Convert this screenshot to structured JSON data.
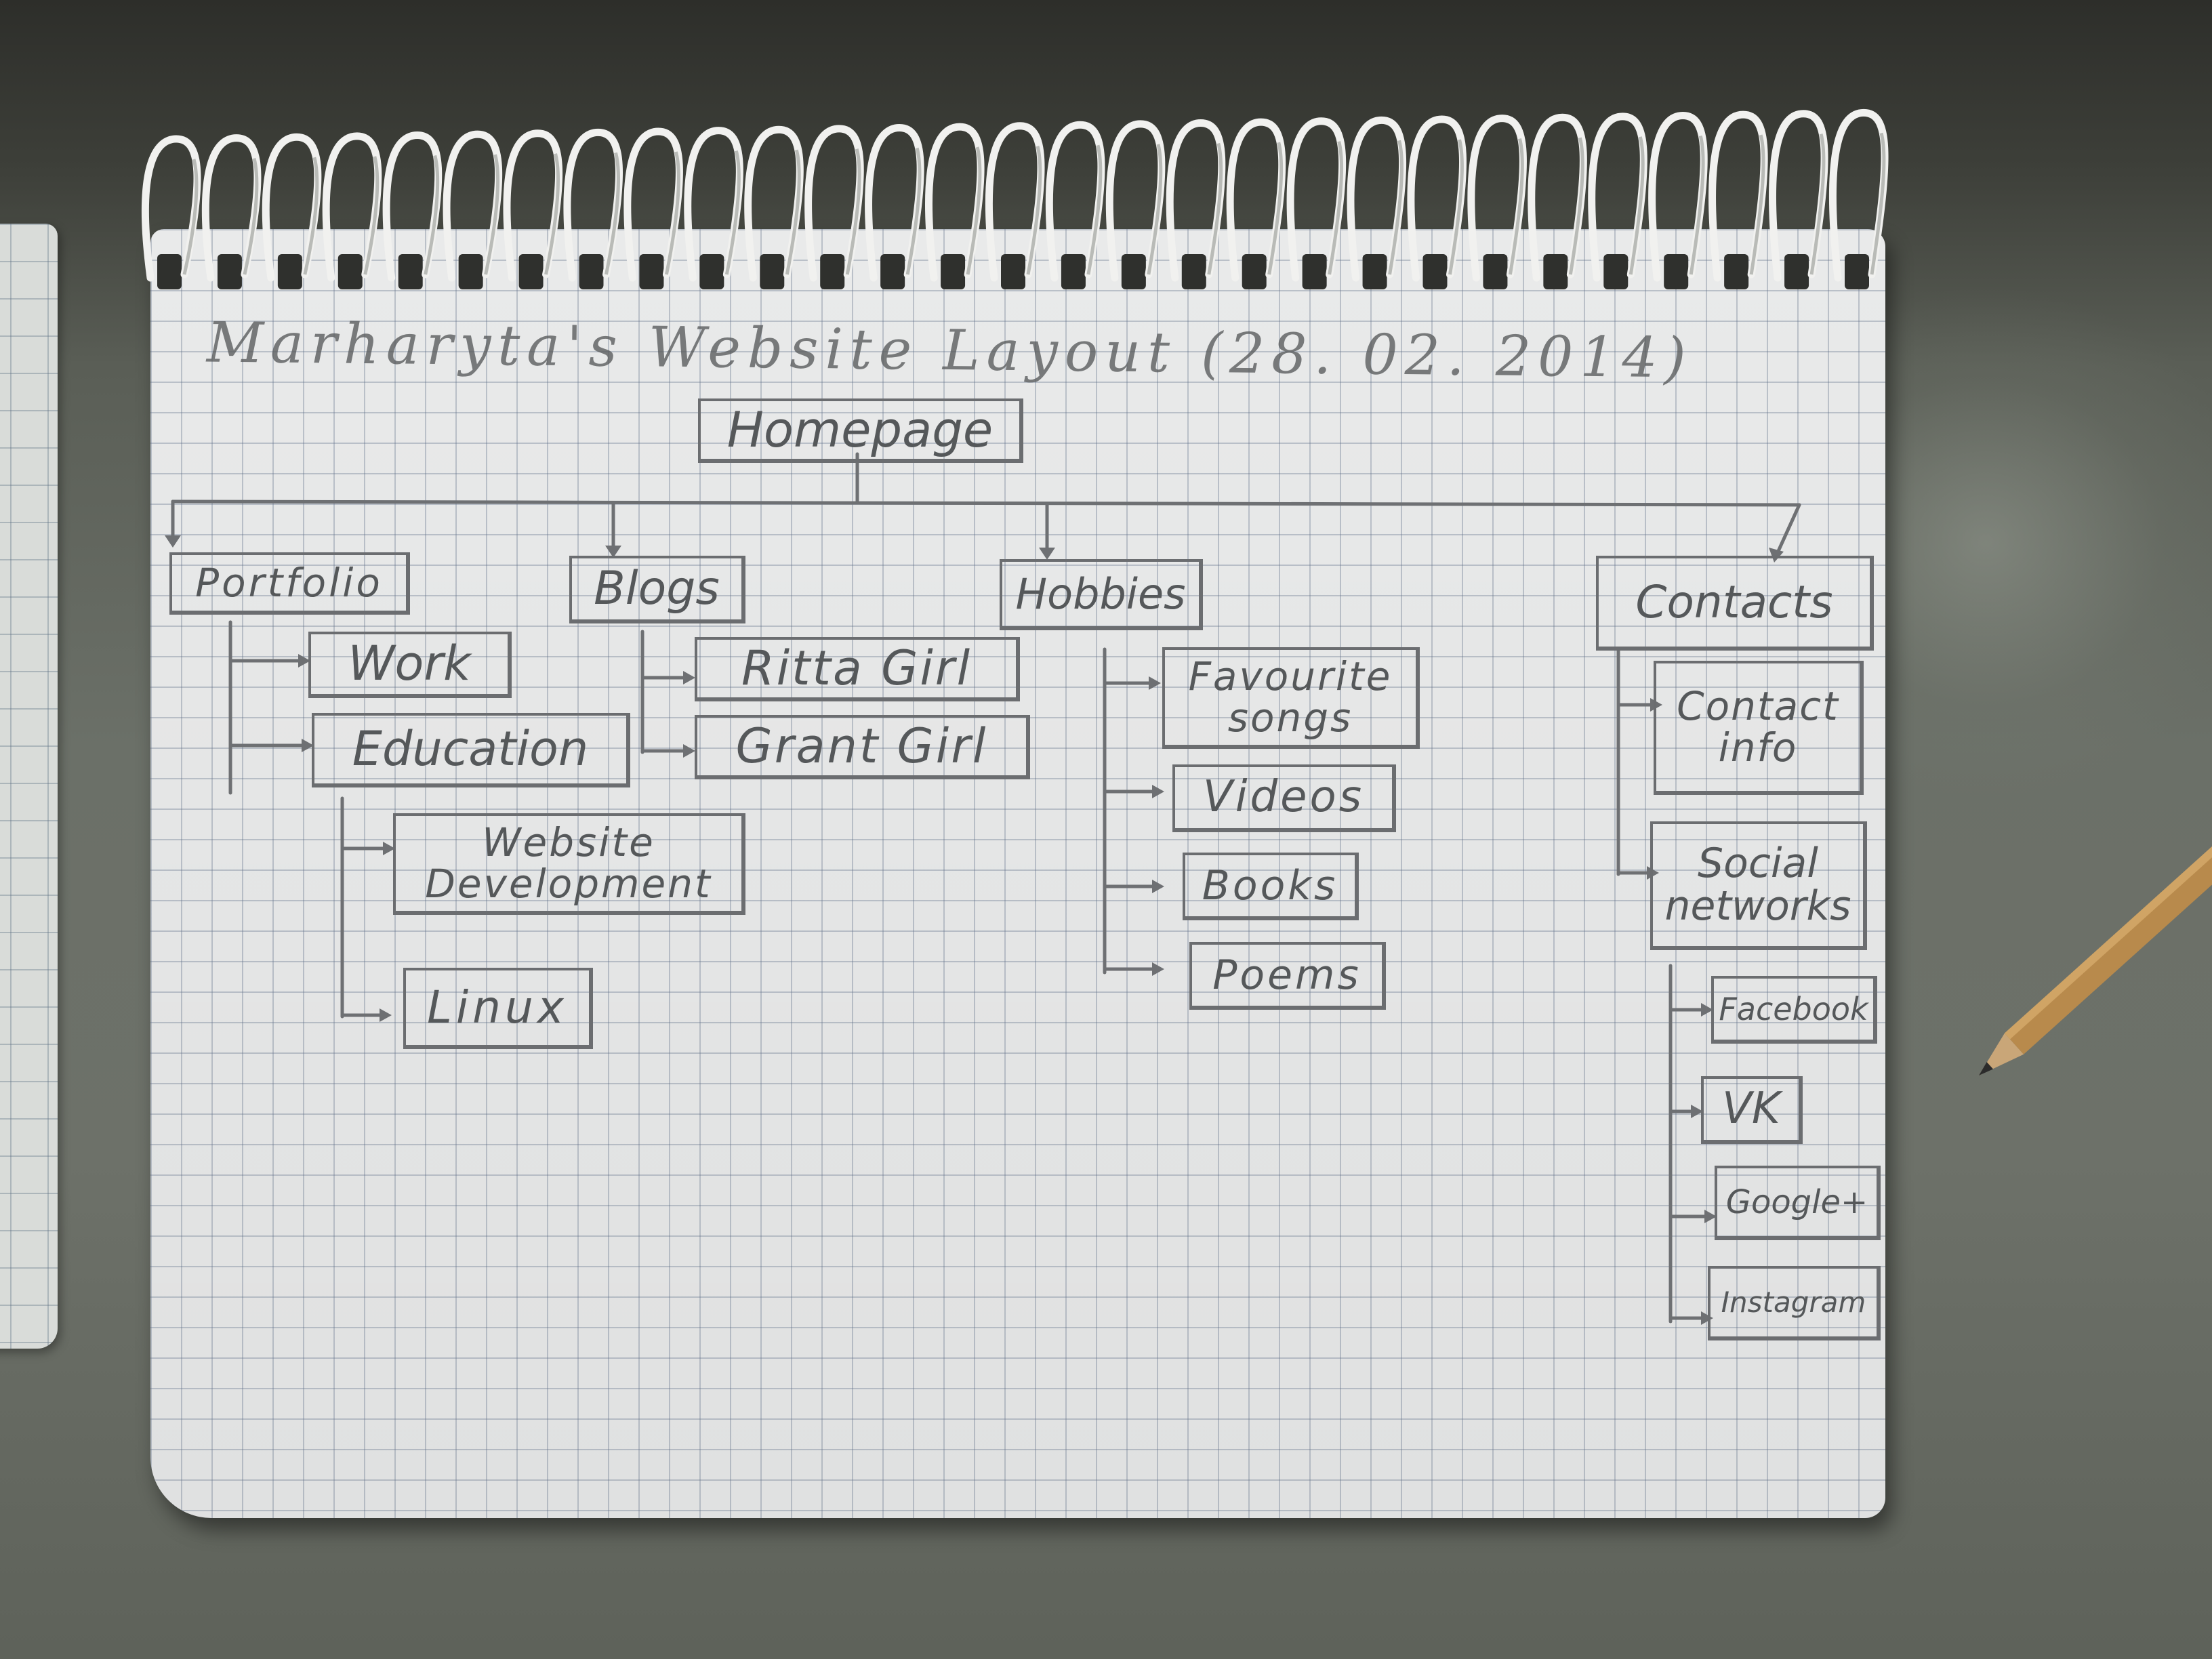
{
  "title": "Marharyta's Website Layout (28. 02. 2014)",
  "nodes": {
    "homepage": "Homepage",
    "portfolio": "Portfolio",
    "work": "Work",
    "education": "Education",
    "website_development": [
      "Website",
      "Development"
    ],
    "linux": "Linux",
    "blogs": "Blogs",
    "ritta_girl": "Ritta Girl",
    "grant_girl": "Grant Girl",
    "hobbies": "Hobbies",
    "favourite_songs": [
      "Favourite",
      "songs"
    ],
    "videos": "Videos",
    "books": "Books",
    "poems": "Poems",
    "contacts": "Contacts",
    "contact_info": [
      "Contact",
      "info"
    ],
    "social_networks": [
      "Social",
      "networks"
    ],
    "facebook": "Facebook",
    "vk": "VK",
    "google_plus": "Google+",
    "instagram": "Instagram"
  }
}
